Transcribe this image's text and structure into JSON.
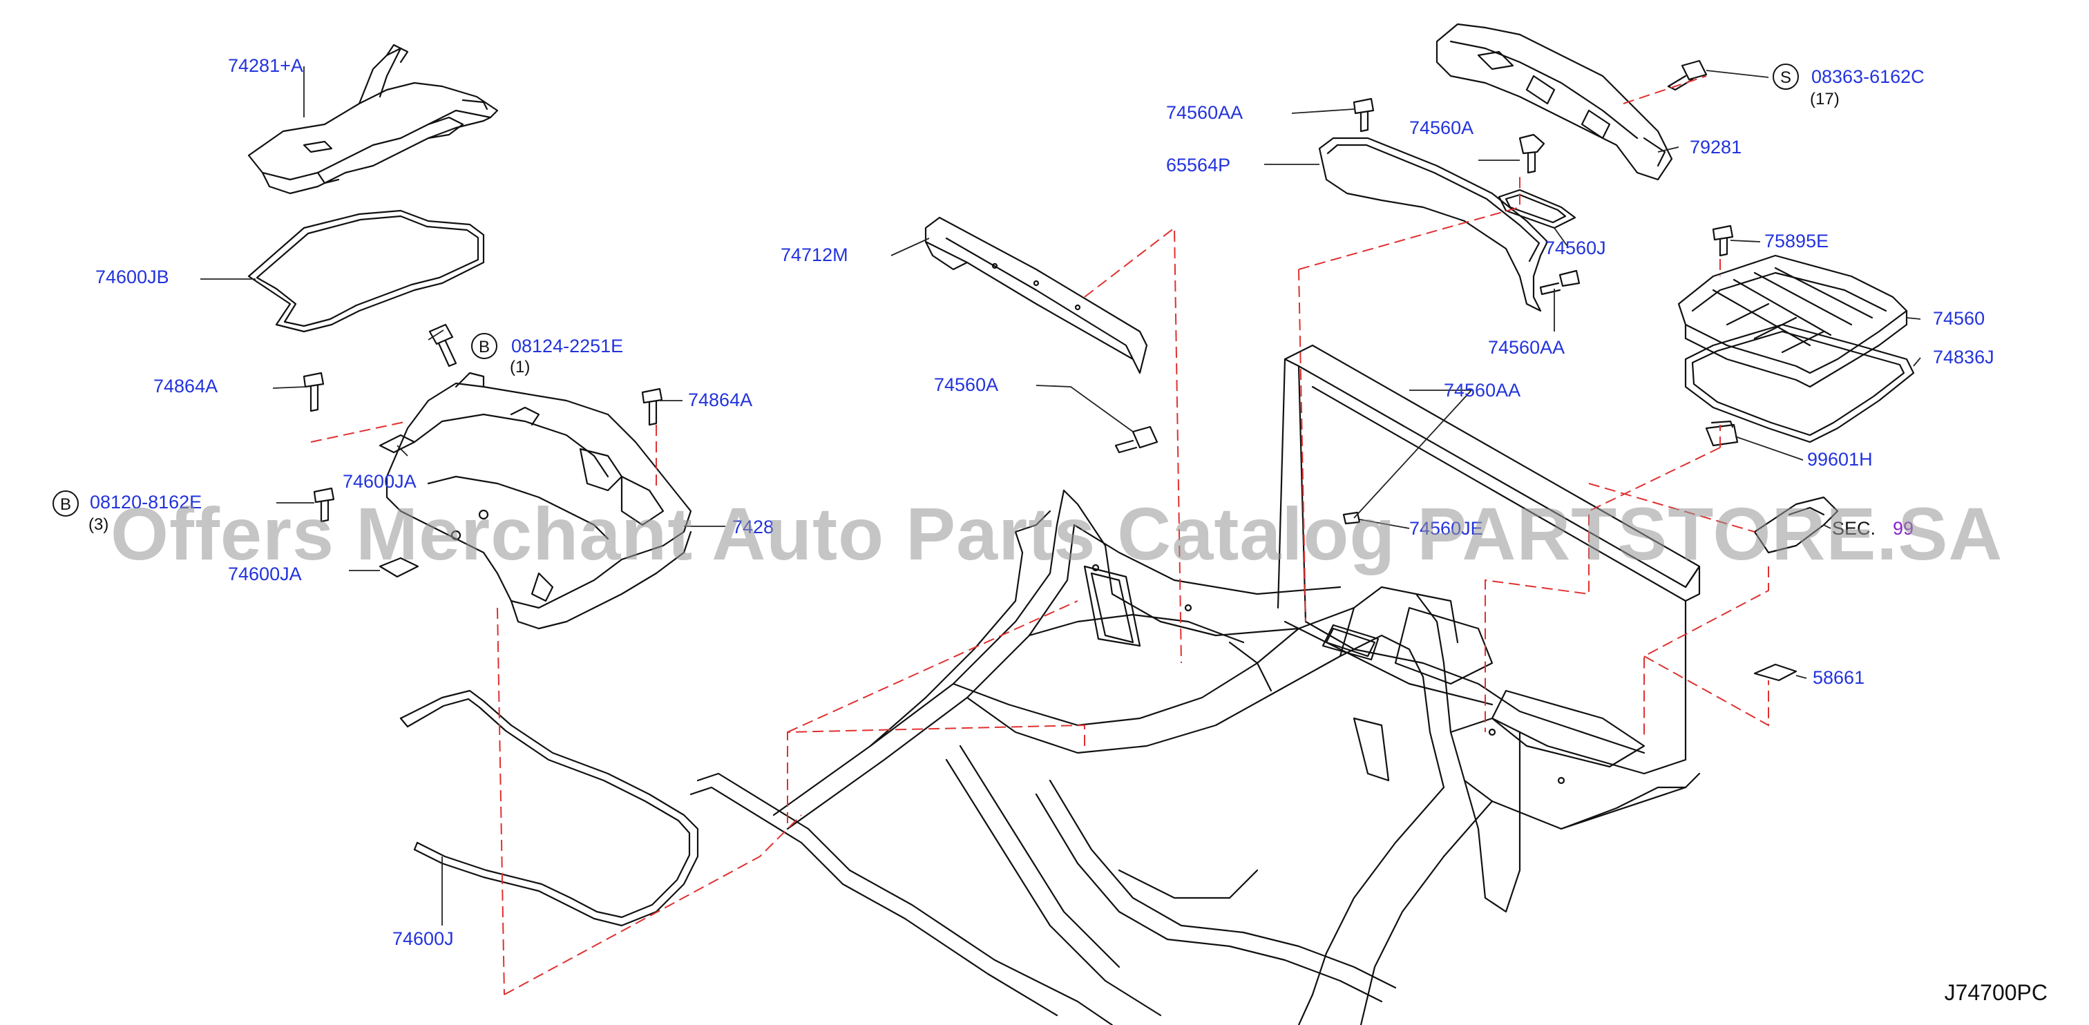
{
  "diagram_code": "J74700PC",
  "watermark": "Offers Merchant Auto Parts Catalog PARTSTORE.SA",
  "colors": {
    "label": "#2233dd",
    "leader_dash": "#e03030",
    "line": "#111111",
    "purple_label": "#8822cc"
  },
  "parts": [
    {
      "id": "p1",
      "label": "74281+A"
    },
    {
      "id": "p2",
      "label": "74600JB"
    },
    {
      "id": "p3",
      "label": "08124-2251E"
    },
    {
      "id": "p4",
      "label": "74864A"
    },
    {
      "id": "p5",
      "label": "74864A"
    },
    {
      "id": "p6",
      "label": "74600JA"
    },
    {
      "id": "p7",
      "label": "08120-8162E"
    },
    {
      "id": "p8",
      "label": "7428"
    },
    {
      "id": "p9",
      "label": "74600JA"
    },
    {
      "id": "p10",
      "label": "74600J"
    },
    {
      "id": "p11",
      "label": "74712M"
    },
    {
      "id": "p12",
      "label": "74560A"
    },
    {
      "id": "p13",
      "label": "74560AA"
    },
    {
      "id": "p14",
      "label": "65564P"
    },
    {
      "id": "p15",
      "label": "74560A"
    },
    {
      "id": "p16",
      "label": "74560J"
    },
    {
      "id": "p17",
      "label": "74560AA"
    },
    {
      "id": "p18",
      "label": "74560AA"
    },
    {
      "id": "p19",
      "label": "74560JE"
    },
    {
      "id": "p20",
      "label": "08363-6162C"
    },
    {
      "id": "p21",
      "label": "79281"
    },
    {
      "id": "p22",
      "label": "75895E"
    },
    {
      "id": "p23",
      "label": "74560"
    },
    {
      "id": "p24",
      "label": "74836J"
    },
    {
      "id": "p25",
      "label": "99601H"
    },
    {
      "id": "p26",
      "label": "99"
    },
    {
      "id": "p27",
      "label": "58661"
    },
    {
      "id": "p28",
      "label": "SEC."
    }
  ],
  "qty": {
    "q1": "(1)",
    "q2": "(3)",
    "q3": "(17)"
  },
  "markers": {
    "b1": "B",
    "b2": "B",
    "s1": "S"
  }
}
